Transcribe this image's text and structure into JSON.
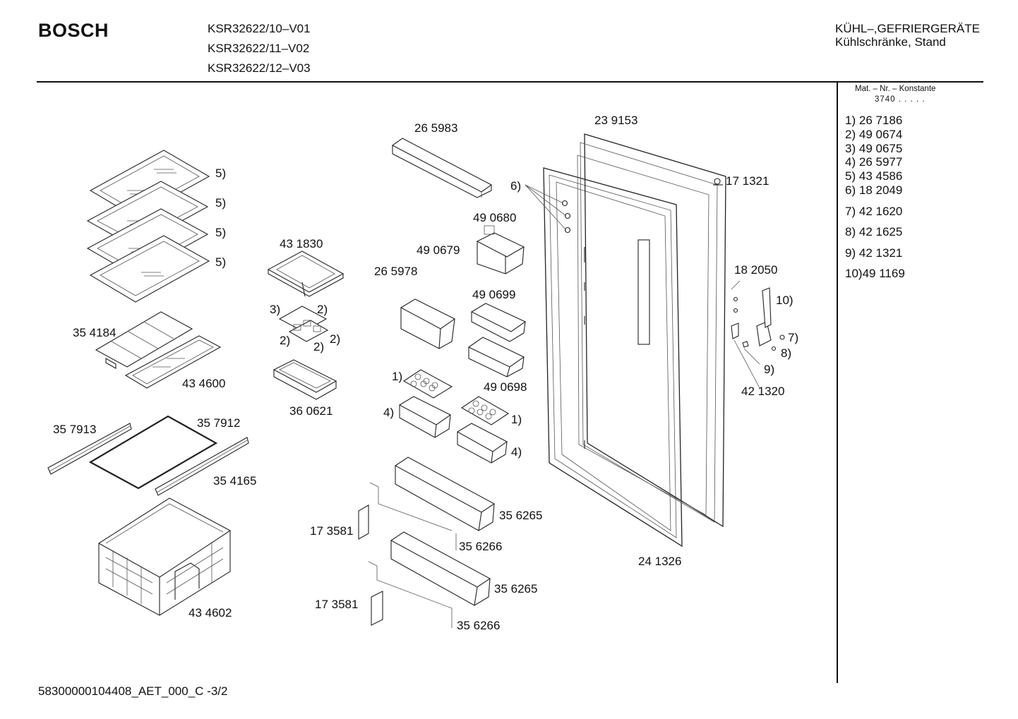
{
  "header": {
    "brand": "BOSCH",
    "models": [
      "KSR32622/10–V01",
      "KSR32622/11–V02",
      "KSR32622/12–V03"
    ],
    "category_line1": "KÜHL–,GEFRIERGERÄTE",
    "category_line2": "Kühlschränke, Stand"
  },
  "sidebar": {
    "mat_header": "Mat. – Nr. – Konstante",
    "mat_value": "3740 . . . . .",
    "legend": [
      {
        "key": "1)",
        "part": "26 7186"
      },
      {
        "key": "2)",
        "part": "49 0674"
      },
      {
        "key": "3)",
        "part": "49 0675"
      },
      {
        "key": "4)",
        "part": "26 5977"
      },
      {
        "key": "5)",
        "part": "43 4586"
      },
      {
        "key": "6)",
        "part": "18 2049"
      },
      {
        "key": "7)",
        "part": "42 1620"
      },
      {
        "key": "8)",
        "part": "42 1625"
      },
      {
        "key": "9)",
        "part": "42 1321"
      },
      {
        "key": "10)",
        "part": "49 1169"
      }
    ]
  },
  "labels": {
    "shelf_ref_1": "5)",
    "shelf_ref_2": "5)",
    "shelf_ref_3": "5)",
    "shelf_ref_4": "5)",
    "p354184": "35 4184",
    "p434600": "43 4600",
    "p357913": "35 7913",
    "p357912": "35 7912",
    "p354165": "35 4165",
    "p434602": "43 4602",
    "p431830": "43 1830",
    "ref3_tray": "3)",
    "ref2_a": "2)",
    "ref2_b": "2)",
    "ref2_c": "2)",
    "ref2_d": "2)",
    "p360621": "36 0621",
    "p265983": "26 5983",
    "ref6": "6)",
    "p490680": "49 0680",
    "p490679": "49 0679",
    "p265978": "26 5978",
    "p490699": "49 0699",
    "p490698": "49 0698",
    "ref1_a": "1)",
    "ref4_a": "4)",
    "ref1_b": "1)",
    "ref4_b": "4)",
    "p356265_a": "35 6265",
    "p173581_a": "17 3581",
    "p356266_a": "35 6266",
    "p356265_b": "35 6265",
    "p173581_b": "17 3581",
    "p356266_b": "35 6266",
    "p239153": "23 9153",
    "p171321": "17 1321",
    "p241326": "24 1326",
    "p182050": "18 2050",
    "ref10": "10)",
    "ref7": "7)",
    "ref8": "8)",
    "ref9": "9)",
    "p421320": "42 1320"
  },
  "footer": {
    "doc_id": "58300000104408_AET_000_C  -3/2"
  }
}
